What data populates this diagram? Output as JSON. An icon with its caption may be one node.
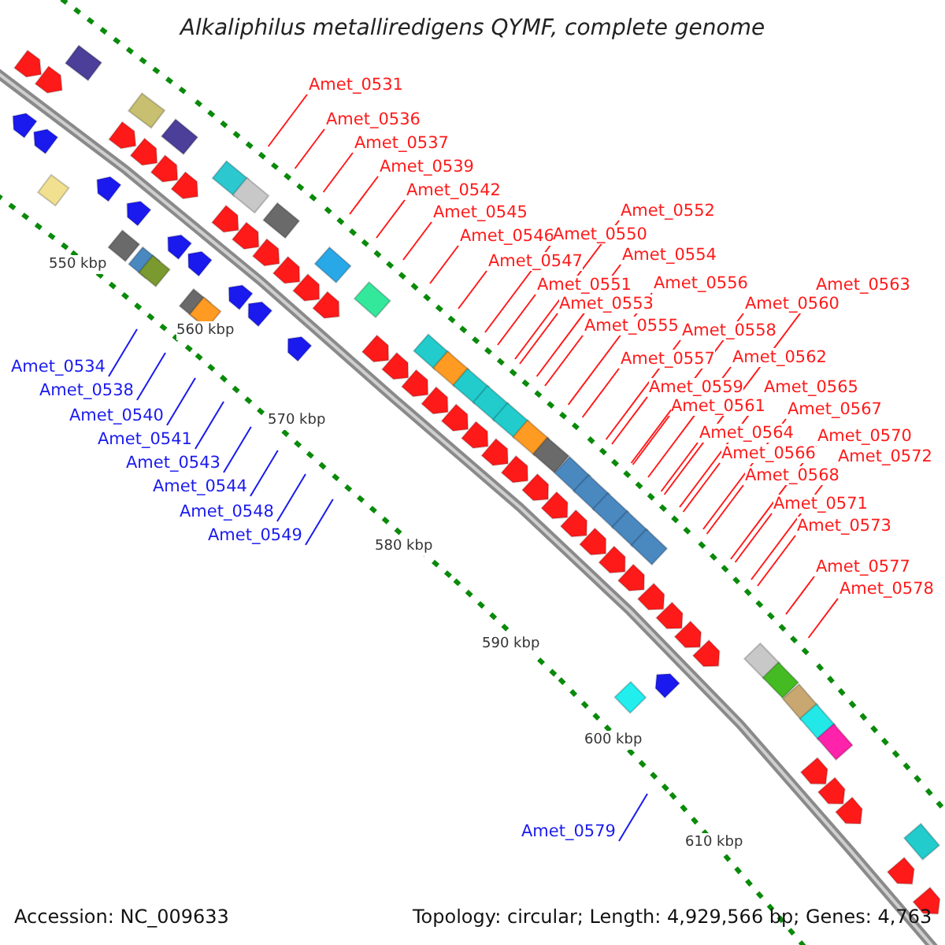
{
  "diagram": {
    "title": "Alkaliphilus metalliredigens QYMF, complete genome",
    "nodes": [
      {
        "text": [
          "Amet_0531"
        ]
      },
      {
        "text": [
          "Amet_0536"
        ]
      },
      {
        "text": [
          "Amet_0537"
        ]
      },
      {
        "text": [
          "Amet_0539"
        ]
      },
      {
        "text": [
          "Amet_0542"
        ]
      },
      {
        "text": [
          "Amet_0545"
        ]
      },
      {
        "text": [
          "Amet_0546"
        ]
      },
      {
        "text": [
          "Amet_0547"
        ]
      },
      {
        "text": [
          "Amet_0550"
        ]
      },
      {
        "text": [
          "Amet_0551"
        ]
      },
      {
        "text": [
          "Amet_0552"
        ]
      },
      {
        "text": [
          "Amet_0553"
        ]
      },
      {
        "text": [
          "Amet_0554"
        ]
      },
      {
        "text": [
          "Amet_0555"
        ]
      },
      {
        "text": [
          "Amet_0556"
        ]
      },
      {
        "text": [
          "Amet_0557"
        ]
      },
      {
        "text": [
          "Amet_0558"
        ]
      },
      {
        "text": [
          "Amet_0559"
        ]
      },
      {
        "text": [
          "Amet_0560"
        ]
      },
      {
        "text": [
          "Amet_0561"
        ]
      },
      {
        "text": [
          "Amet_0562"
        ]
      },
      {
        "text": [
          "Amet_0563"
        ]
      },
      {
        "text": [
          "Amet_0564"
        ]
      },
      {
        "text": [
          "Amet_0565"
        ]
      },
      {
        "text": [
          "Amet_0566"
        ]
      },
      {
        "text": [
          "Amet_0567"
        ]
      },
      {
        "text": [
          "Amet_0568"
        ]
      },
      {
        "text": [
          "Amet_0570"
        ]
      },
      {
        "text": [
          "Amet_0571"
        ]
      },
      {
        "text": [
          "Amet_0572"
        ]
      },
      {
        "text": [
          "Amet_0573"
        ]
      },
      {
        "text": [
          "Amet_0577"
        ]
      },
      {
        "text": [
          "Amet_0578"
        ]
      },
      {
        "text": [
          "Amet_0534"
        ]
      },
      {
        "text": [
          "Amet_0538"
        ]
      },
      {
        "text": [
          "Amet_0540"
        ]
      },
      {
        "text": [
          "Amet_0541"
        ]
      },
      {
        "text": [
          "Amet_0543"
        ]
      },
      {
        "text": [
          "Amet_0544"
        ]
      },
      {
        "text": [
          "Amet_0548"
        ]
      },
      {
        "text": [
          "Amet_0549"
        ]
      },
      {
        "text": [
          "Amet_0579"
        ]
      }
    ],
    "edges": [
      {
        "from": 0,
        "to": null,
        "arrow": "none"
      },
      {
        "from": 1,
        "to": null,
        "arrow": "none"
      },
      {
        "from": 2,
        "to": null,
        "arrow": "none"
      },
      {
        "from": 3,
        "to": null,
        "arrow": "none"
      },
      {
        "from": 4,
        "to": null,
        "arrow": "none"
      },
      {
        "from": 5,
        "to": null,
        "arrow": "none"
      },
      {
        "from": 6,
        "to": null,
        "arrow": "none"
      },
      {
        "from": 7,
        "to": null,
        "arrow": "none"
      },
      {
        "from": 8,
        "to": null,
        "arrow": "none"
      },
      {
        "from": 9,
        "to": null,
        "arrow": "none"
      },
      {
        "from": 10,
        "to": null,
        "arrow": "none"
      },
      {
        "from": 11,
        "to": null,
        "arrow": "none"
      },
      {
        "from": 12,
        "to": null,
        "arrow": "none"
      },
      {
        "from": 13,
        "to": null,
        "arrow": "none"
      },
      {
        "from": 14,
        "to": null,
        "arrow": "none"
      },
      {
        "from": 15,
        "to": null,
        "arrow": "none"
      },
      {
        "from": 16,
        "to": null,
        "arrow": "none"
      },
      {
        "from": 17,
        "to": null,
        "arrow": "none"
      },
      {
        "from": 18,
        "to": null,
        "arrow": "none"
      },
      {
        "from": 19,
        "to": null,
        "arrow": "none"
      },
      {
        "from": 20,
        "to": null,
        "arrow": "none"
      },
      {
        "from": 21,
        "to": null,
        "arrow": "none"
      },
      {
        "from": 22,
        "to": null,
        "arrow": "none"
      },
      {
        "from": 23,
        "to": null,
        "arrow": "none"
      },
      {
        "from": 24,
        "to": null,
        "arrow": "none"
      },
      {
        "from": 25,
        "to": null,
        "arrow": "none"
      },
      {
        "from": 26,
        "to": null,
        "arrow": "none"
      },
      {
        "from": 27,
        "to": null,
        "arrow": "none"
      },
      {
        "from": 28,
        "to": null,
        "arrow": "none"
      },
      {
        "from": 29,
        "to": null,
        "arrow": "none"
      },
      {
        "from": 30,
        "to": null,
        "arrow": "none"
      },
      {
        "from": 31,
        "to": null,
        "arrow": "none"
      },
      {
        "from": 32,
        "to": null,
        "arrow": "none"
      },
      {
        "from": 33,
        "to": null,
        "arrow": "none",
        "color": "#1a1aee"
      },
      {
        "from": 34,
        "to": null,
        "arrow": "none",
        "color": "#1a1aee"
      },
      {
        "from": 35,
        "to": null,
        "arrow": "none",
        "color": "#1a1aee"
      },
      {
        "from": 36,
        "to": null,
        "arrow": "none",
        "color": "#1a1aee"
      },
      {
        "from": 37,
        "to": null,
        "arrow": "none",
        "color": "#1a1aee"
      },
      {
        "from": 38,
        "to": null,
        "arrow": "none",
        "color": "#1a1aee"
      },
      {
        "from": 39,
        "to": null,
        "arrow": "none",
        "color": "#1a1aee"
      },
      {
        "from": 40,
        "to": null,
        "arrow": "none",
        "color": "#1a1aee"
      },
      {
        "from": 41,
        "to": null,
        "arrow": "none",
        "color": "#1a1aee"
      }
    ],
    "labels": [
      "550 kbp",
      "560 kbp",
      "570 kbp",
      "580 kbp",
      "590 kbp",
      "600 kbp",
      "610 kbp",
      "Accession: NC_009633",
      "Topology: circular; Length: 4,929,566 bp; Genes: 4,763"
    ]
  }
}
